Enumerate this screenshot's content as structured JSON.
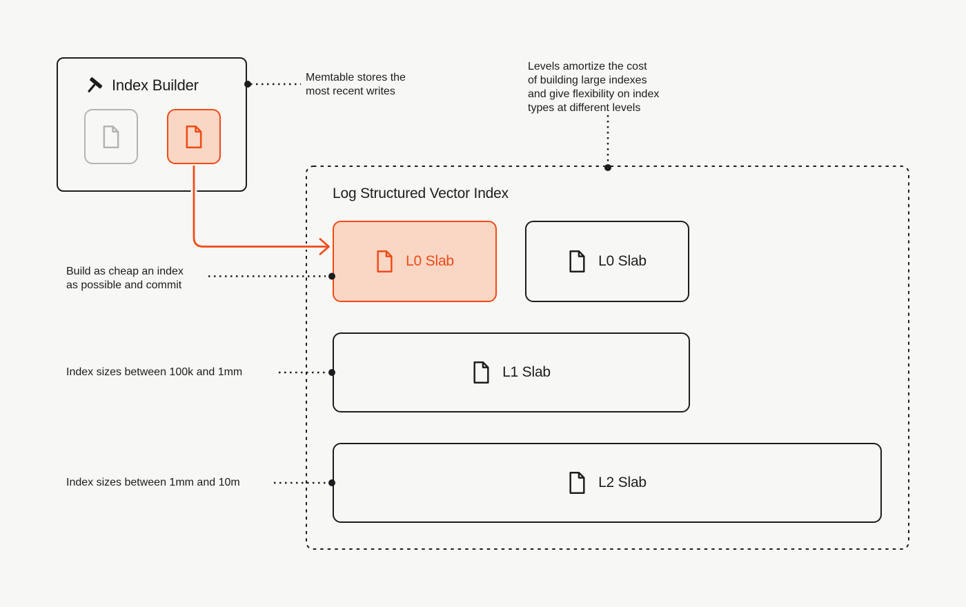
{
  "colors": {
    "accent": "#F04A15",
    "accent_fill": "#FAD6C5",
    "ink": "#1C1C1C",
    "muted": "#B4B4B4",
    "background": "#F7F7F5"
  },
  "index_builder": {
    "title": "Index Builder",
    "icon": "hammer-icon",
    "tiles": [
      {
        "icon": "file-icon",
        "state": "inactive"
      },
      {
        "icon": "file-icon",
        "state": "active"
      }
    ]
  },
  "lsvi": {
    "title": "Log Structured Vector Index",
    "slabs": [
      {
        "label": "L0 Slab",
        "icon": "file-icon",
        "highlighted": true
      },
      {
        "label": "L0 Slab",
        "icon": "file-icon",
        "highlighted": false
      },
      {
        "label": "L1 Slab",
        "icon": "file-icon",
        "highlighted": false
      },
      {
        "label": "L2 Slab",
        "icon": "file-icon",
        "highlighted": false
      }
    ]
  },
  "annotations": {
    "memtable": "Memtable stores the\nmost recent writes",
    "levels": "Levels amortize the cost\nof building large indexes\nand give flexibility on index\ntypes at different levels",
    "build_cheap": "Build as cheap an index\nas possible and commit",
    "l1_size": "Index sizes between 100k and 1mm",
    "l2_size": "Index sizes between 1mm and 10m"
  }
}
